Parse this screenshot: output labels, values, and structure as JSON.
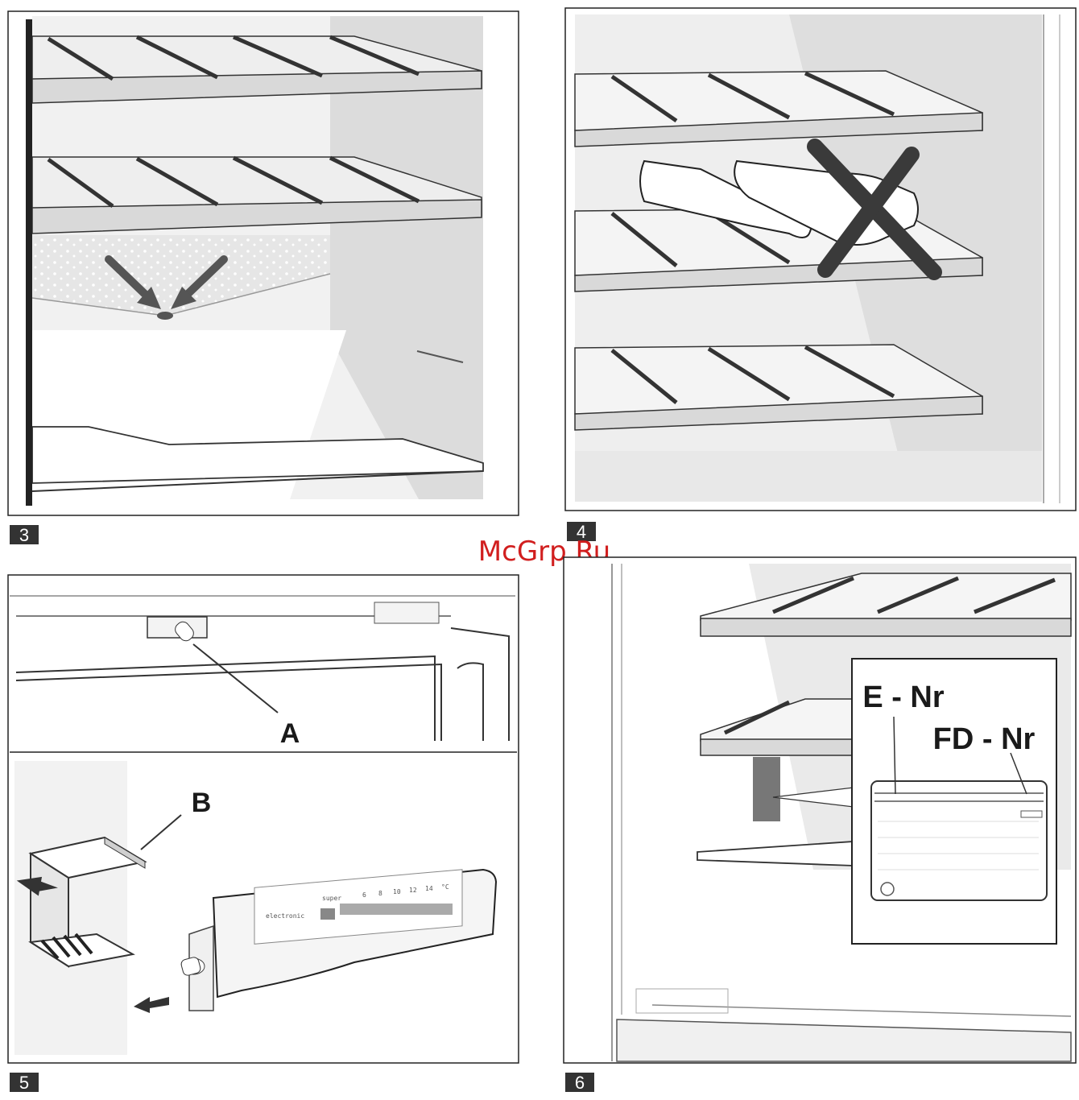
{
  "watermark": "McGrp.Ru",
  "figures": [
    {
      "number": "3"
    },
    {
      "number": "4"
    },
    {
      "number": "5",
      "callouts": {
        "a": "A",
        "b": "B"
      },
      "panel": {
        "brand": "electronic",
        "super": "super",
        "temps": [
          "6",
          "8",
          "10",
          "12",
          "14",
          "°C"
        ]
      }
    },
    {
      "number": "6",
      "callouts": {
        "e_nr": "E - Nr",
        "fd_nr": "FD - Nr"
      }
    }
  ],
  "colors": {
    "frame": "#222222",
    "shadow": "#d4d4d4",
    "dark": "#3a3a3a",
    "watermark": "#d11e1e"
  }
}
